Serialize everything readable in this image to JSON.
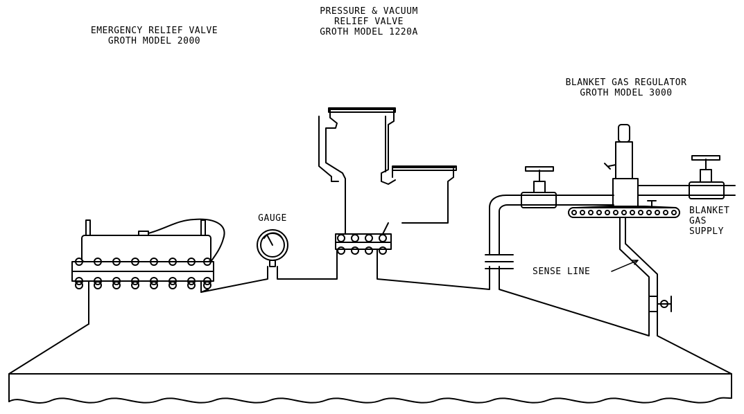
{
  "labels": {
    "emergency_relief": [
      "EMERGENCY RELIEF VALVE",
      "GROTH MODEL 2000"
    ],
    "pressure_vacuum": [
      "PRESSURE & VACUUM",
      "RELIEF VALVE",
      "GROTH MODEL 1220A"
    ],
    "blanket_regulator": [
      "BLANKET GAS REGULATOR",
      "GROTH MODEL 3000"
    ],
    "gauge": "GAUGE",
    "sense_line": "SENSE LINE",
    "blanket_supply": [
      "BLANKET",
      "GAS",
      "SUPPLY"
    ]
  },
  "colors": {
    "line": "#000000",
    "background": "#ffffff"
  }
}
